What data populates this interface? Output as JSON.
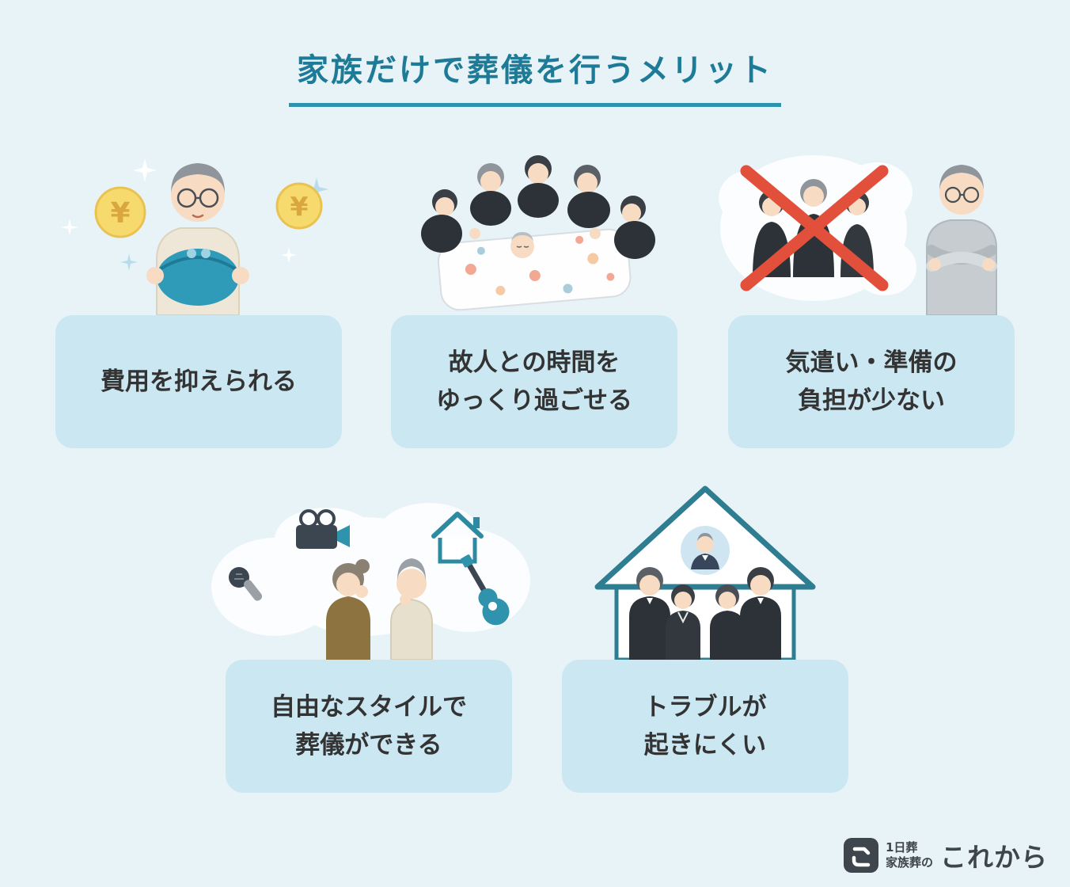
{
  "page": {
    "title": "家族だけで葬儀を行うメリット",
    "colors": {
      "background": "#e8f3f8",
      "card": "#cbe7f2",
      "accent_teal": "#2d93ae",
      "title_text": "#1e7b97",
      "card_text": "#333333",
      "cross_red": "#e2503c",
      "coin_yellow": "#f7da6d",
      "purse_teal": "#2f9bb8"
    }
  },
  "benefits": [
    {
      "id": "cost",
      "line1": "費用を抑えられる",
      "line2": "",
      "illustration": "man-holding-coin-purse-with-yen-coins"
    },
    {
      "id": "time",
      "line1": "故人との時間を",
      "line2": "ゆっくり過ごせる",
      "illustration": "family-gathered-around-deceased"
    },
    {
      "id": "less-burden",
      "line1": "気遣い・準備の",
      "line2": "負担が少ない",
      "illustration": "guests-crossed-out-red-x"
    },
    {
      "id": "free-style",
      "line1": "自由なスタイルで",
      "line2": "葬儀ができる",
      "illustration": "couple-imagining-funeral-styles"
    },
    {
      "id": "less-trouble",
      "line1": "トラブルが",
      "line2": "起きにくい",
      "illustration": "family-inside-house-with-portrait"
    }
  ],
  "logo": {
    "icon": "korekara-logo-icon",
    "line1": "1日葬",
    "line2": "家族葬の",
    "brand": "これから"
  }
}
